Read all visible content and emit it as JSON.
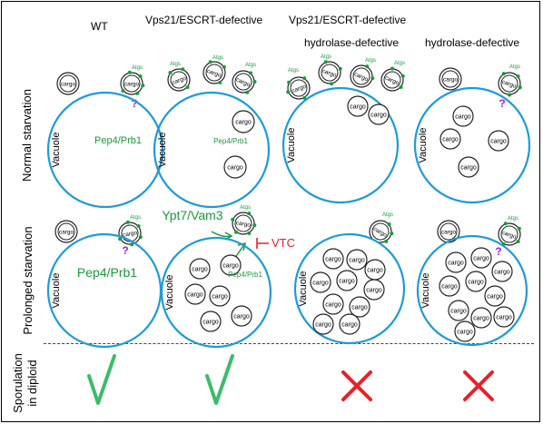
{
  "column_titles": {
    "wt": "WT",
    "vps21": "Vps21/ESCRT-defective",
    "vps21_line1": "Vps21/ESCRT-defective",
    "vps21_line2": "hydrolase-defective",
    "hydrolase": "hydrolase-defective"
  },
  "row_labels": {
    "normal": "Normal starvation",
    "prolonged": "Prolonged starvation",
    "sporulation_line1": "Sporulation",
    "sporulation_line2": "in diploid"
  },
  "labels": {
    "cargo": "cargo",
    "atgs": "Atgs",
    "vacuole": "Vacuole",
    "pep4_prb1": "Pep4/Prb1",
    "question": "?",
    "ypt7_vam3": "Ypt7/Vam3",
    "vtc": "VTC"
  },
  "sporulation": {
    "wt": "check",
    "vps21": "check",
    "vps21_hydrolase": "cross",
    "hydrolase": "cross"
  },
  "colors": {
    "vacuole": "#1e9bd7",
    "green": "#1a9a3c",
    "check": "#3dbb6a",
    "cross": "#e8202a",
    "question": "#a020f0",
    "vtc": "#e8202a"
  }
}
